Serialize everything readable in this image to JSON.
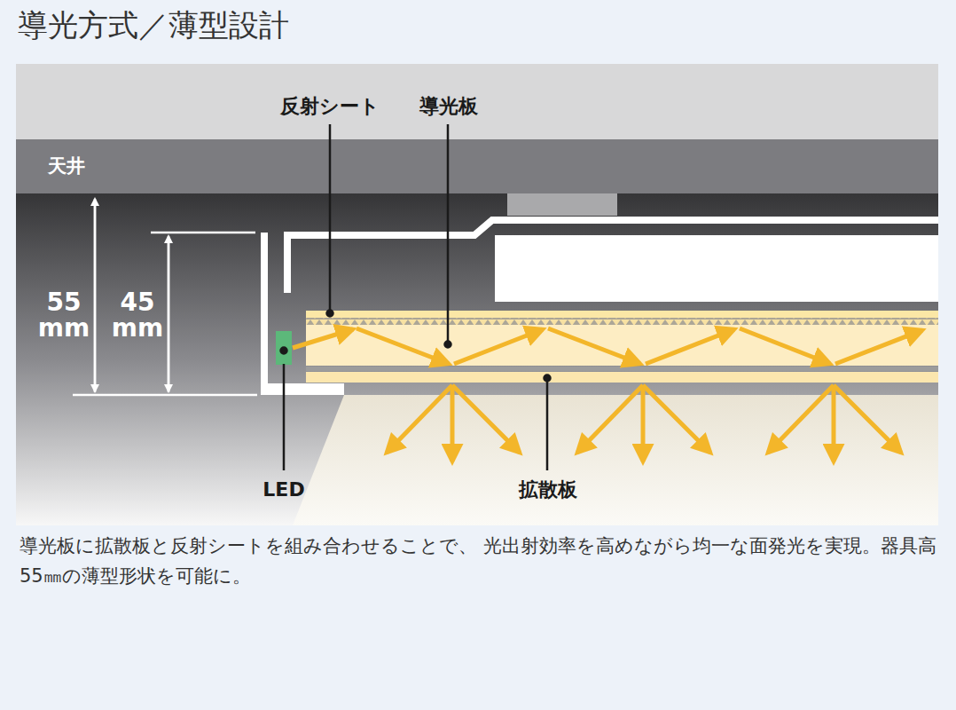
{
  "diagram": {
    "title": "導光方式／薄型設計",
    "caption": "導光板に拡散板と反射シートを組み合わせることで、 光出射効率を高めながら均一な面発光を実現。器具高55㎜の薄型形状を可能に。",
    "labels": [
      "反射シート",
      "導光板",
      "天井",
      "55 mm",
      "45 mm",
      "LED",
      "拡散板"
    ]
  }
}
